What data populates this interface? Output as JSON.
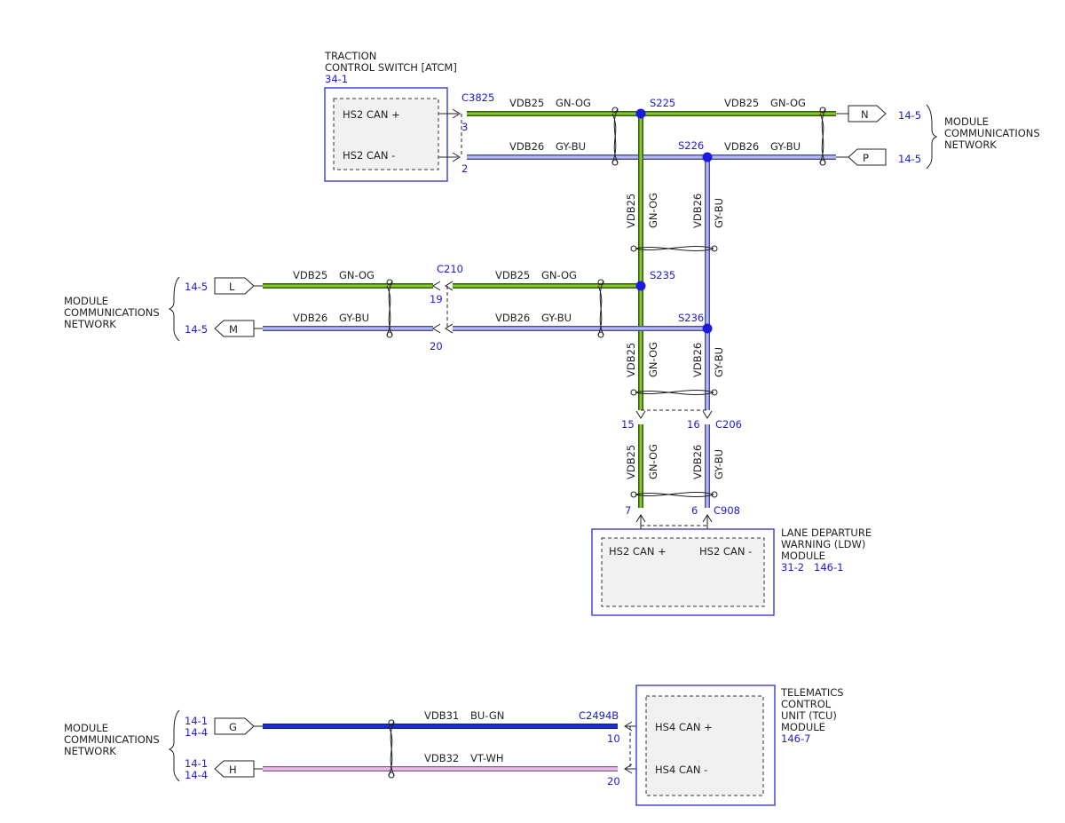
{
  "colors": {
    "gn_og": "#4f9a15",
    "gy_bu": "#8a8ee0",
    "bu_gn": "#1b2fd0",
    "vt_wh": "#d6a0d8",
    "link": "#1a1ad8",
    "box": "#3b3bd6"
  },
  "modules": {
    "atcm": {
      "name_line1": "TRACTION",
      "name_line2": "CONTROL SWITCH [ATCM]",
      "ref": "34-1",
      "pin_plus": "HS2 CAN +",
      "pin_minus": "HS2 CAN -"
    },
    "ldw": {
      "name_line1": "LANE DEPARTURE",
      "name_line2": "WARNING (LDW)",
      "name_line3": "MODULE",
      "ref1": "31-2",
      "ref2": "146-1",
      "pin_plus": "HS2 CAN +",
      "pin_minus": "HS2 CAN -"
    },
    "tcu": {
      "name_line1": "TELEMATICS",
      "name_line2": "CONTROL",
      "name_line3": "UNIT (TCU)",
      "name_line4": "MODULE",
      "ref": "146-7",
      "pin_plus": "HS4 CAN +",
      "pin_minus": "HS4 CAN -"
    }
  },
  "connectors": {
    "c3825": {
      "id": "C3825",
      "pin_plus": "3",
      "pin_minus": "2"
    },
    "c210": {
      "id": "C210",
      "pin_plus": "19",
      "pin_minus": "20"
    },
    "c206": {
      "id": "C206",
      "pin_plus": "15",
      "pin_minus": "16"
    },
    "c908": {
      "id": "C908",
      "pin_plus": "7",
      "pin_minus": "6"
    },
    "c2494b": {
      "id": "C2494B",
      "pin_plus": "10",
      "pin_minus": "20"
    }
  },
  "splices": {
    "s225": "S225",
    "s226": "S226",
    "s235": "S235",
    "s236": "S236"
  },
  "wires": {
    "vdb25": "VDB25",
    "gn_og": "GN-OG",
    "vdb26": "VDB26",
    "gy_bu": "GY-BU",
    "vdb31": "VDB31",
    "bu_gn": "BU-GN",
    "vdb32": "VDB32",
    "vt_wh": "VT-WH"
  },
  "networks": {
    "right": {
      "label_line1": "MODULE",
      "label_line2": "COMMUNICATIONS",
      "label_line3": "NETWORK",
      "flag_n": "N",
      "flag_p": "P",
      "ref_n": "14-5",
      "ref_p": "14-5"
    },
    "left": {
      "label_line1": "MODULE",
      "label_line2": "COMMUNICATIONS",
      "label_line3": "NETWORK",
      "flag_l": "L",
      "flag_m": "M",
      "ref_l": "14-5",
      "ref_m": "14-5"
    },
    "bottom": {
      "label_line1": "MODULE",
      "label_line2": "COMMUNICATIONS",
      "label_line3": "NETWORK",
      "flag_g": "G",
      "flag_h": "H",
      "ref_g1": "14-1",
      "ref_g2": "14-4",
      "ref_h1": "14-1",
      "ref_h2": "14-4"
    }
  }
}
